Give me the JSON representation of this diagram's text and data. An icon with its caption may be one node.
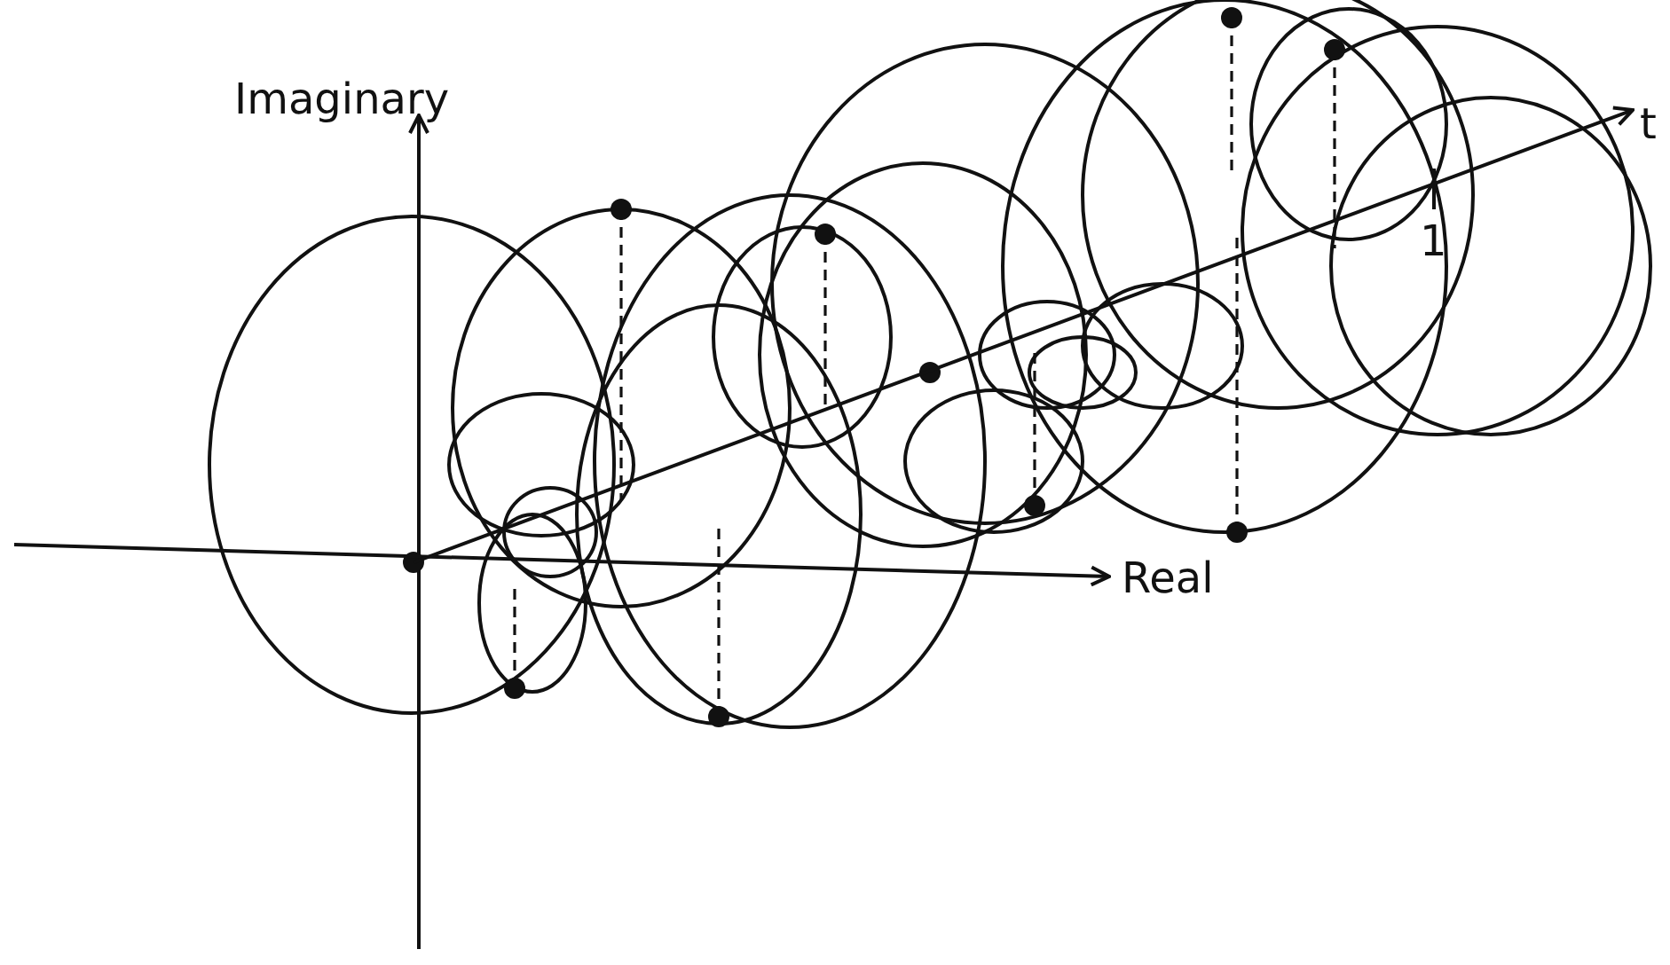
{
  "diagram": {
    "labels": [
      "Imaginary",
      "t",
      "1",
      "Real"
    ]
  }
}
